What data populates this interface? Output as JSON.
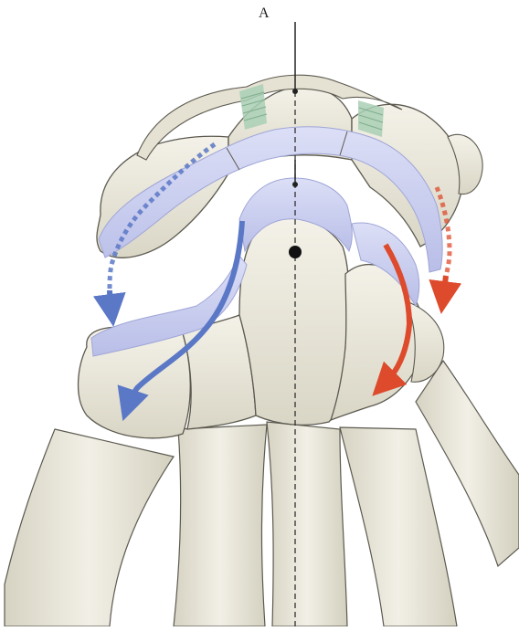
{
  "figure": {
    "axis_label": "A",
    "colors": {
      "bone_fill": "#ebe9dc",
      "bone_shade": "#cfccbc",
      "bone_outline": "#5c5a50",
      "cartilage": "#c9cdef",
      "cartilage_edge": "#9fa5d6",
      "ligament": "#a9cfb4",
      "blue_arrow": "#5a78c6",
      "red_arrow": "#dd4a2c",
      "axis_line": "#222222"
    },
    "icons": [
      "blue-curved-arrow",
      "red-curved-arrow"
    ]
  }
}
